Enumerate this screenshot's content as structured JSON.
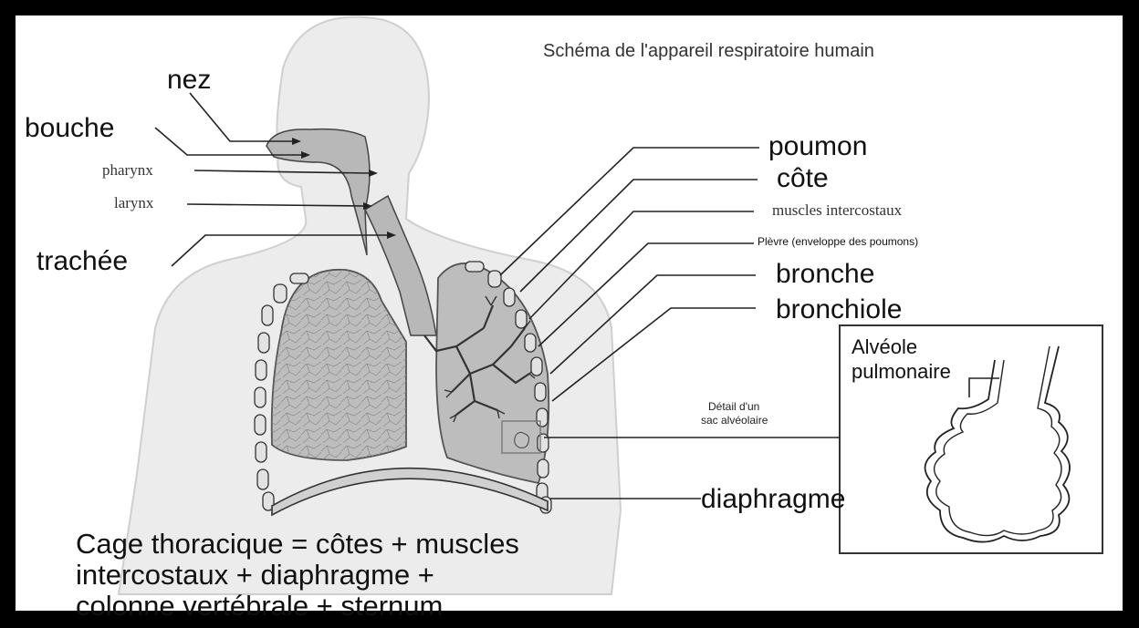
{
  "title": "Schéma de l'appareil respiratoire humain",
  "labels": {
    "nez": "nez",
    "bouche": "bouche",
    "pharynx": "pharynx",
    "larynx": "larynx",
    "trachee": "trachée",
    "poumon": "poumon",
    "cote": "côte",
    "muscles_intercostaux": "muscles intercostaux",
    "plevre": "Plèvre (enveloppe des poumons)",
    "bronche": "bronche",
    "bronchiole": "bronchiole",
    "detail_line1": "Détail d'un",
    "detail_line2": "sac alvéolaire",
    "diaphragme": "diaphragme",
    "alveole_line1": "Alvéole",
    "alveole_line2": "pulmonaire"
  },
  "footer": {
    "line1": "Cage thoracique = côtes + muscles",
    "line2": "intercostaux + diaphragme +",
    "line3": "colonne vertébrale + sternum"
  }
}
